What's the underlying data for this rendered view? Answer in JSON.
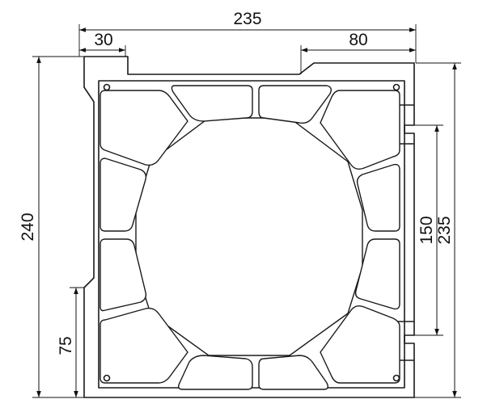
{
  "dimensions": {
    "top_total": "235",
    "top_left": "30",
    "top_right": "80",
    "left_height": "240",
    "left_lower": "75",
    "right_inner": "150",
    "right_outer": "235"
  },
  "colors": {
    "line": "#1a1a1a",
    "background": "#ffffff"
  }
}
